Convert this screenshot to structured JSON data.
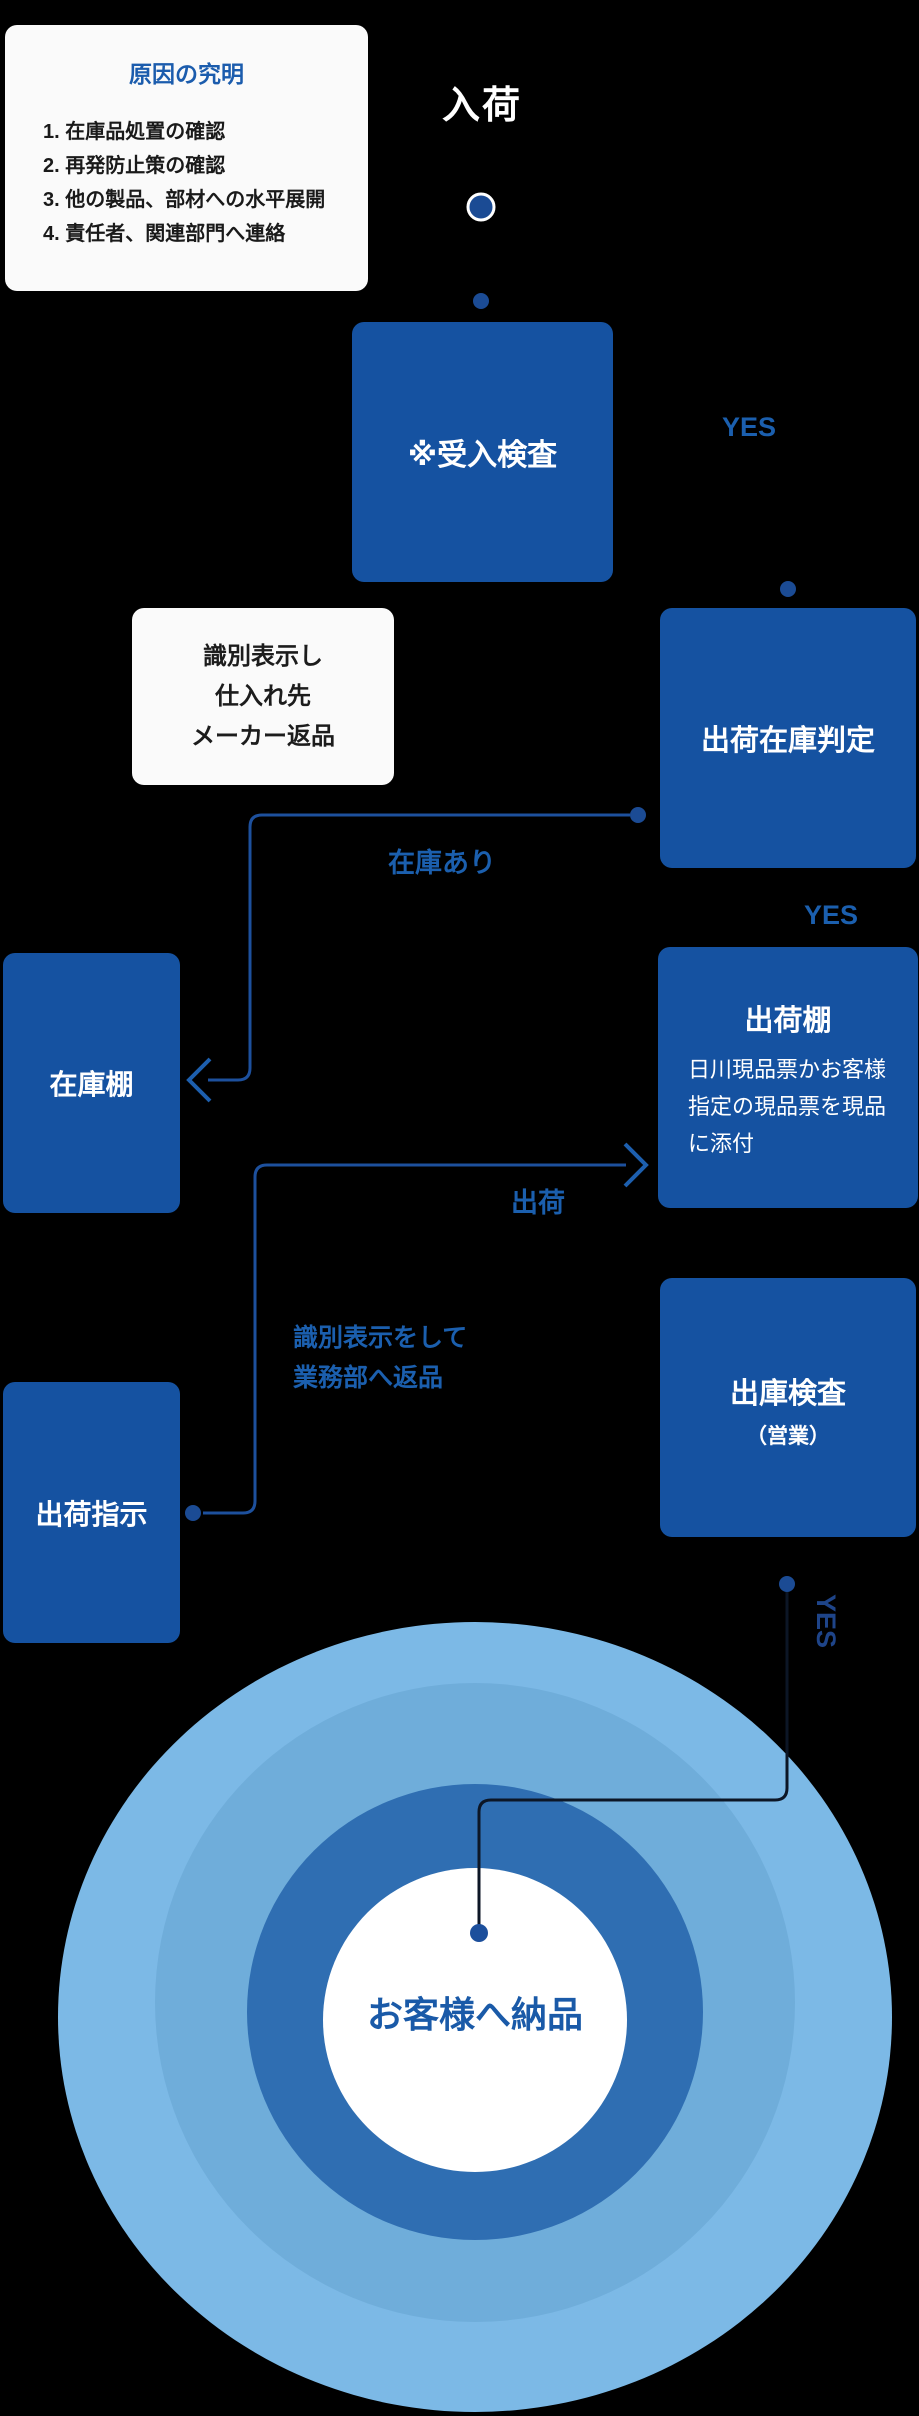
{
  "colors": {
    "background": "#000000",
    "box_blue": "#1552a1",
    "accent_blue": "#1b5fae",
    "accent_dark_blue": "#1e4489",
    "dot_blue": "#1b4b94",
    "line_blue": "#1d509d",
    "line_dark": "#0c1626",
    "ring_outer": "#7cb9e6",
    "ring_mid": "#6fadda",
    "ring_dark": "#2f6eb2",
    "panel_white": "#fafafa",
    "panel_title_blue": "#1b5cad",
    "delivery_text_blue": "#1a5aa8"
  },
  "start_label": "入荷",
  "cause_box": {
    "title": "原因の究明",
    "items": [
      "1. 在庫品処置の確認",
      "2. 再発防止策の確認",
      "3. 他の製品、部材への水平展開",
      "4. 責任者、関連部門へ連絡"
    ]
  },
  "boxes": {
    "ukeire_kensa": {
      "label": "※受入検査"
    },
    "shukka_zaiko_hantei": {
      "label": "出荷在庫判定"
    },
    "henpin_panel": {
      "lines": "識別表示し\n仕入れ先\nメーカー返品"
    },
    "zaiko_dana": {
      "label": "在庫棚"
    },
    "shukka_dana": {
      "title": "出荷棚",
      "body": "日川現品票かお客様指定の現品票を現品に添付"
    },
    "shukko_kensa": {
      "title": "出庫検査",
      "subtitle": "（営業）"
    },
    "shukka_shiji": {
      "label": "出荷指示"
    }
  },
  "labels": {
    "yes_1": "YES",
    "yes_2": "YES",
    "yes_3": "YES",
    "zaiko_ari": "在庫あり",
    "shukka": "出荷",
    "henpin_note": "識別表示をして\n業務部へ返品",
    "delivery": "お客様へ納品"
  }
}
